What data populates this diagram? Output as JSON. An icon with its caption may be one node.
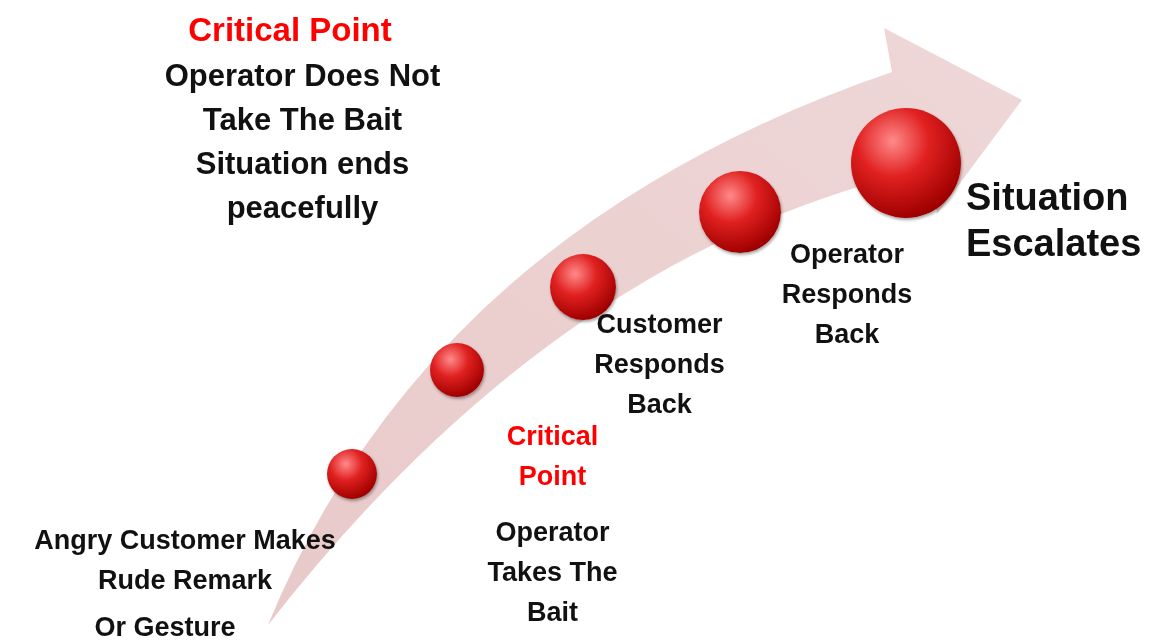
{
  "diagram": {
    "nodes": [
      {
        "text": [],
        "shape": "circle"
      },
      {
        "text": [],
        "shape": "circle"
      },
      {
        "text": [],
        "shape": "circle"
      },
      {
        "text": [],
        "shape": "circle"
      },
      {
        "text": [],
        "shape": "circle"
      }
    ],
    "labels": [
      "Critical Point",
      "Operator Does Not Take The Bait",
      "Situation ends peacefully",
      "Situation Escalates",
      "Operator Responds Back",
      "Customer Responds Back",
      "Critical Point",
      "Operator Takes The Bait",
      "Angry Customer Makes Rude Remark",
      "Or Gesture"
    ]
  }
}
